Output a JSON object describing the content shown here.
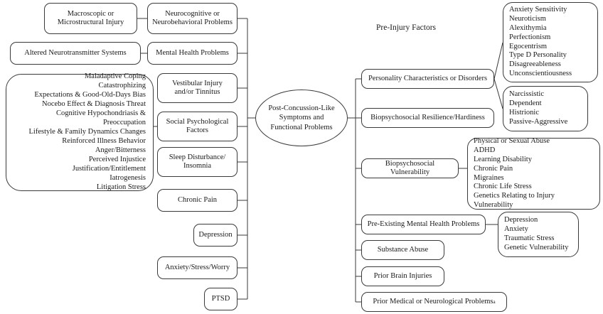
{
  "figure": {
    "title_center": "Post-Concussion-Like Symptoms and Functional Problems",
    "section_header_right": "Pre-Injury Factors"
  },
  "left_column": {
    "boxes": [
      {
        "id": "macroscopic-injury",
        "label": "Macroscopic or\nMicrostructural Injury"
      },
      {
        "id": "altered-neurotransmitter",
        "label": "Altered Neurotransmitter Systems"
      },
      {
        "id": "social-psych-detail",
        "label": "Maladaptive Coping\nCatastrophizing\nExpectations & Good-Old-Days Bias\nNocebo Effect & Diagnosis Threat\nCognitive Hypochondriasis & Preoccupation\nLifestyle & Family Dynamics Changes\nReinforced Illness Behavior\nAnger/Bitterness\nPerceived Injustice\nJustification/Entitlement\nIatrogenesis\nLitigation Stress"
      }
    ]
  },
  "middle_column": {
    "boxes": [
      {
        "id": "neurocognitive-problems",
        "label": "Neurocognitive or\nNeurobehavioral Problems"
      },
      {
        "id": "mental-health-problems",
        "label": "Mental Health Problems"
      },
      {
        "id": "vestibular-injury",
        "label": "Vestibular Injury\nand/or Tinnitus"
      },
      {
        "id": "social-psychological-factors",
        "label": "Social Psychological\nFactors"
      },
      {
        "id": "sleep-disturbance",
        "label": "Sleep Disturbance/\nInsomnia"
      },
      {
        "id": "chronic-pain",
        "label": "Chronic Pain"
      },
      {
        "id": "depression",
        "label": "Depression"
      },
      {
        "id": "anxiety-stress-worry",
        "label": "Anxiety/Stress/Worry"
      },
      {
        "id": "ptsd",
        "label": "PTSD"
      }
    ]
  },
  "center": {
    "label": "Post-Concussion-Like\nSymptoms and\nFunctional Problems"
  },
  "right_column": {
    "boxes": [
      {
        "id": "personality-characteristics",
        "label": "Personality Characteristics or Disorders"
      },
      {
        "id": "biopsychosocial-resilience",
        "label": "Biopsychosocial Resilience/Hardiness"
      },
      {
        "id": "biopsychosocial-vulnerability",
        "label": "Biopsychosocial Vulnerability"
      },
      {
        "id": "pre-existing-mental-health",
        "label": "Pre-Existing Mental Health Problems"
      },
      {
        "id": "substance-abuse",
        "label": "Substance Abuse"
      },
      {
        "id": "prior-brain-injuries",
        "label": "Prior Brain Injuries"
      },
      {
        "id": "prior-medical-problems",
        "label": "Prior Medical or Neurological Problems",
        "footnote_marker": "a"
      }
    ]
  },
  "far_right_column": {
    "boxes": [
      {
        "id": "personality-traits-detail",
        "label": "Anxiety Sensitivity\nNeuroticism\nAlexithymia\nPerfectionism\nEgocentrism\nType D Personality\nDisagreeableness\nUnconscientiousness"
      },
      {
        "id": "personality-disorders-detail",
        "label": "Narcissistic\nDependent\nHistrionic\nPassive-Aggressive"
      },
      {
        "id": "vulnerability-detail",
        "label": "Physical or Sexual Abuse\nADHD\nLearning Disability\nChronic Pain\nMigraines\nChronic Life Stress\nGenetics Relating to Injury Vulnerability"
      },
      {
        "id": "mental-health-detail",
        "label": "Depression\nAnxiety\nTraumatic Stress\nGenetic Vulnerability"
      }
    ]
  },
  "style": {
    "stroke_color": "#3a3a3a",
    "text_color": "#1a1a1a",
    "background": "#ffffff"
  }
}
